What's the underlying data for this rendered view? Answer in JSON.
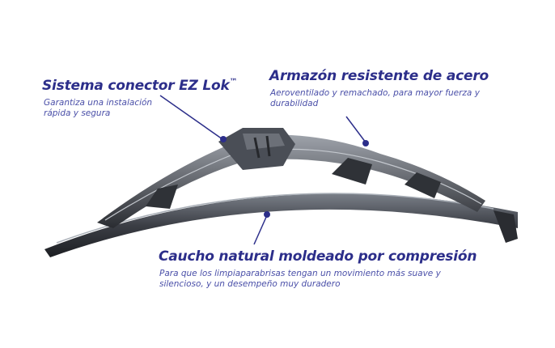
{
  "callouts": [
    {
      "title": "Sistema conector EZ Lok",
      "trademark": "™",
      "description": "Garantiza una instalación rápida y segura"
    },
    {
      "title": "Armazón resistente de acero",
      "description": "Aeroventilado y remachado, para mayor fuerza y durabilidad"
    },
    {
      "title": "Caucho natural moldeado por compresión",
      "description": "Para que los limpiaparabrisas tengan un movimiento más suave y silencioso, y un desempeño muy duradero"
    }
  ],
  "colors": {
    "title": "#2c2e8a",
    "description": "#4a4fa8",
    "blade": "#3a3d44"
  }
}
